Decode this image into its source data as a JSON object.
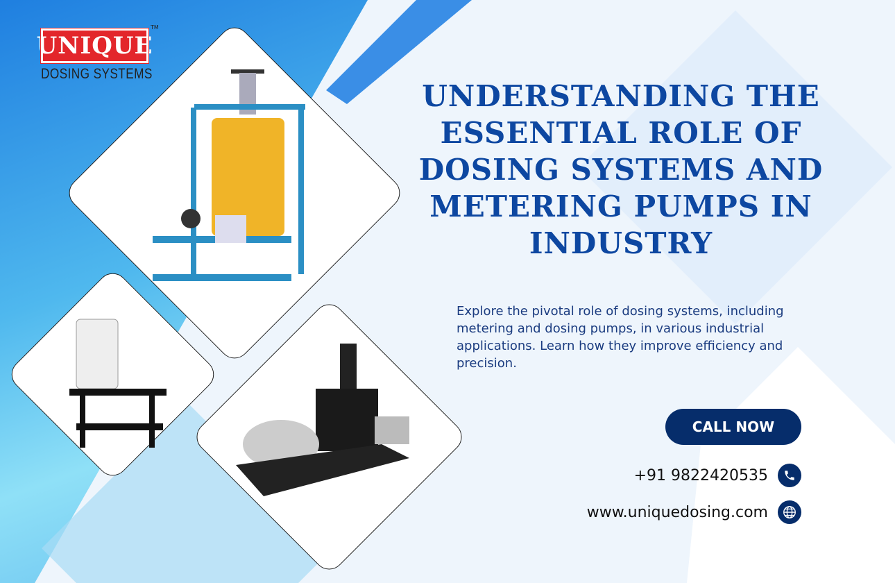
{
  "brand": {
    "logo_text": "UNIQUE",
    "logo_subtitle": "DOSING SYSTEMS",
    "trademark": "TM",
    "accent": "#e3262b"
  },
  "headline": "UNDERSTANDING THE ESSENTIAL ROLE OF DOSING SYSTEMS AND METERING PUMPS IN INDUSTRY",
  "description": "Explore the pivotal role of dosing systems, including metering and dosing pumps, in various industrial applications. Learn how they improve efficiency and precision.",
  "cta": {
    "label": "CALL NOW"
  },
  "contact": {
    "phone": "+91 9822420535",
    "phone_icon": "phone-icon",
    "website": "www.uniquedosing.com",
    "website_icon": "globe-icon"
  },
  "colors": {
    "heading": "#0d47a1",
    "button": "#062d6b"
  }
}
